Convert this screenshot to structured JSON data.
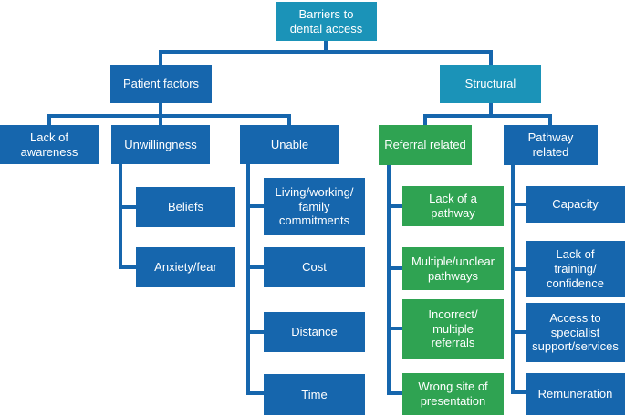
{
  "diagram": {
    "title": "Barriers to dental access",
    "type": "tree",
    "colors": {
      "teal": "#1b93b8",
      "blue": "#1666ad",
      "green": "#2fa352",
      "line": "#1666ad",
      "text": "#ffffff",
      "background": "#ffffff"
    },
    "nodes": {
      "root": {
        "label": "Barriers to\ndental access",
        "color": "teal"
      },
      "patient_factors": {
        "label": "Patient factors",
        "color": "blue"
      },
      "structural": {
        "label": "Structural",
        "color": "teal"
      },
      "lack_of_awareness": {
        "label": "Lack of\nawareness",
        "color": "blue"
      },
      "unwillingness": {
        "label": "Unwillingness",
        "color": "blue"
      },
      "unable": {
        "label": "Unable",
        "color": "blue"
      },
      "referral_related": {
        "label": "Referral related",
        "color": "green"
      },
      "pathway_related": {
        "label": "Pathway\nrelated",
        "color": "blue"
      },
      "beliefs": {
        "label": "Beliefs",
        "color": "blue"
      },
      "anxiety_fear": {
        "label": "Anxiety/fear",
        "color": "blue"
      },
      "living_working_family_commitments": {
        "label": "Living/working/\nfamily\ncommitments",
        "color": "blue"
      },
      "cost": {
        "label": "Cost",
        "color": "blue"
      },
      "distance": {
        "label": "Distance",
        "color": "blue"
      },
      "time": {
        "label": "Time",
        "color": "blue"
      },
      "lack_of_a_pathway": {
        "label": "Lack of a\npathway",
        "color": "green"
      },
      "multiple_unclear_pathways": {
        "label": "Multiple/unclear\npathways",
        "color": "green"
      },
      "incorrect_multiple_referrals": {
        "label": "Incorrect/\nmultiple\nreferrals",
        "color": "green"
      },
      "wrong_site_of_presentation": {
        "label": "Wrong site of\npresentation",
        "color": "green"
      },
      "capacity": {
        "label": "Capacity",
        "color": "blue"
      },
      "lack_of_training_confidence": {
        "label": "Lack of\ntraining/\nconfidence",
        "color": "blue"
      },
      "access_to_specialist_support_services": {
        "label": "Access to\nspecialist\nsupport/services",
        "color": "blue"
      },
      "remuneration": {
        "label": "Remuneration",
        "color": "blue"
      }
    },
    "structure": {
      "root": [
        "patient_factors",
        "structural"
      ],
      "patient_factors": [
        "lack_of_awareness",
        "unwillingness",
        "unable"
      ],
      "unwillingness": [
        "beliefs",
        "anxiety_fear"
      ],
      "unable": [
        "living_working_family_commitments",
        "cost",
        "distance",
        "time"
      ],
      "structural": [
        "referral_related",
        "pathway_related"
      ],
      "referral_related": [
        "lack_of_a_pathway",
        "multiple_unclear_pathways",
        "incorrect_multiple_referrals",
        "wrong_site_of_presentation"
      ],
      "pathway_related": [
        "capacity",
        "lack_of_training_confidence",
        "access_to_specialist_support_services",
        "remuneration"
      ]
    }
  }
}
